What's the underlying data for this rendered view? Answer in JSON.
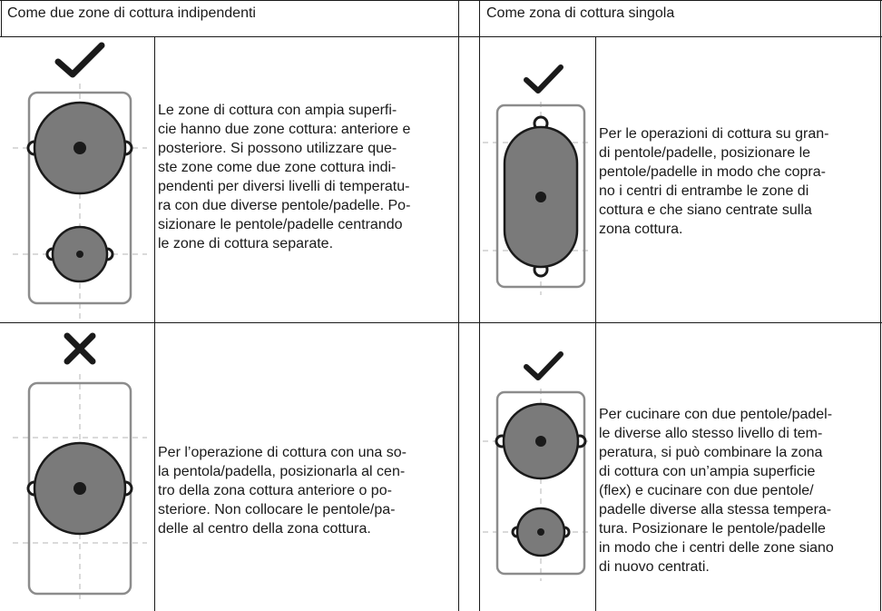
{
  "left_table": {
    "header": "Come due zone di cottura indipendenti",
    "row1": {
      "icon": "checkmark-icon",
      "text": "Le zone di cottura con ampia superfi-\ncie hanno due zone cottura: anteriore e\nposteriore. Si possono utilizzare que-\nste zone come due zone cottura indi-\npendenti per diversi livelli di temperatu-\nra con due diverse pentole/padelle. Po-\nsizionare le pentole/padelle centrando\nle zone di cottura separate."
    },
    "row2": {
      "icon": "cross-icon",
      "text": "Per l’operazione di cottura con una so-\nla pentola/padella, posizionarla al cen-\ntro della zona cottura anteriore o po-\nsteriore. Non collocare le pentole/pa-\ndelle al centro della zona cottura."
    }
  },
  "right_table": {
    "header": "Come zona di cottura singola",
    "row1": {
      "icon": "checkmark-icon",
      "text": "Per le operazioni di cottura su gran-\ndi pentole/padelle, posizionare le\npentole/padelle in modo che copra-\nno i centri di entrambe le zone di\ncottura e che siano centrate sulla\nzona cottura."
    },
    "row2": {
      "icon": "checkmark-icon",
      "text": "Per cucinare con due pentole/padel-\nle diverse allo stesso livello di tem-\nperatura, si può combinare la zona\ndi cottura con un’ampia superficie\n(flex) e cucinare con due pentole/\npadelle diverse alla stessa tempera-\ntura. Posizionare le pentole/padelle\nin modo che i centri delle zone siano\ndi nuovo centrati."
    }
  },
  "colors": {
    "pot_fill": "#7a7a7a",
    "zone_border": "#8c8c8c",
    "guide_line": "#b5b5b5",
    "ink": "#1a1a1a"
  }
}
